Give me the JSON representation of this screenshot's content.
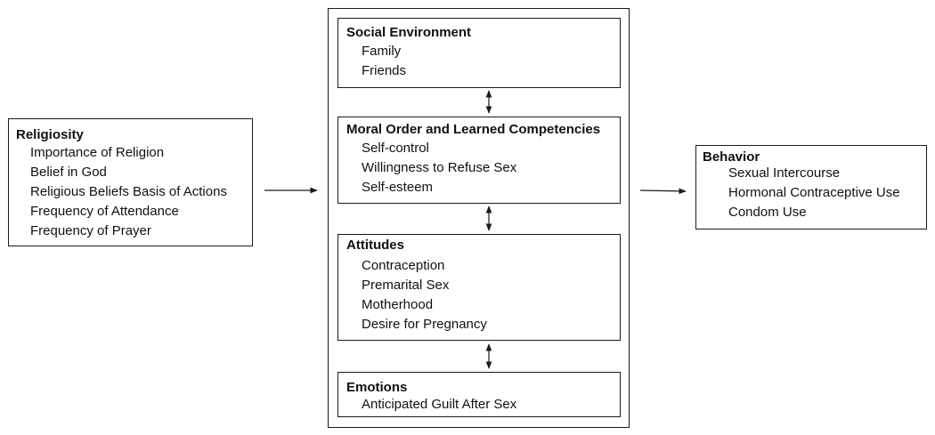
{
  "religiosity": {
    "title": "Religiosity",
    "items": [
      "Importance of Religion",
      "Belief in God",
      "Religious Beliefs Basis of Actions",
      "Frequency of Attendance",
      "Frequency of Prayer"
    ]
  },
  "social_environment": {
    "title": "Social Environment",
    "items": [
      "Family",
      "Friends"
    ]
  },
  "moral_order": {
    "title": "Moral Order and Learned Competencies",
    "items": [
      "Self-control",
      "Willingness to Refuse Sex",
      "Self-esteem"
    ]
  },
  "attitudes": {
    "title": "Attitudes",
    "items": [
      "Contraception",
      "Premarital Sex",
      "Motherhood",
      "Desire for Pregnancy"
    ]
  },
  "emotions": {
    "title": "Emotions",
    "items": [
      "Anticipated Guilt After Sex"
    ]
  },
  "behavior": {
    "title": "Behavior",
    "items": [
      "Sexual Intercourse",
      "Hormonal Contraceptive Use",
      "Condom Use"
    ]
  }
}
